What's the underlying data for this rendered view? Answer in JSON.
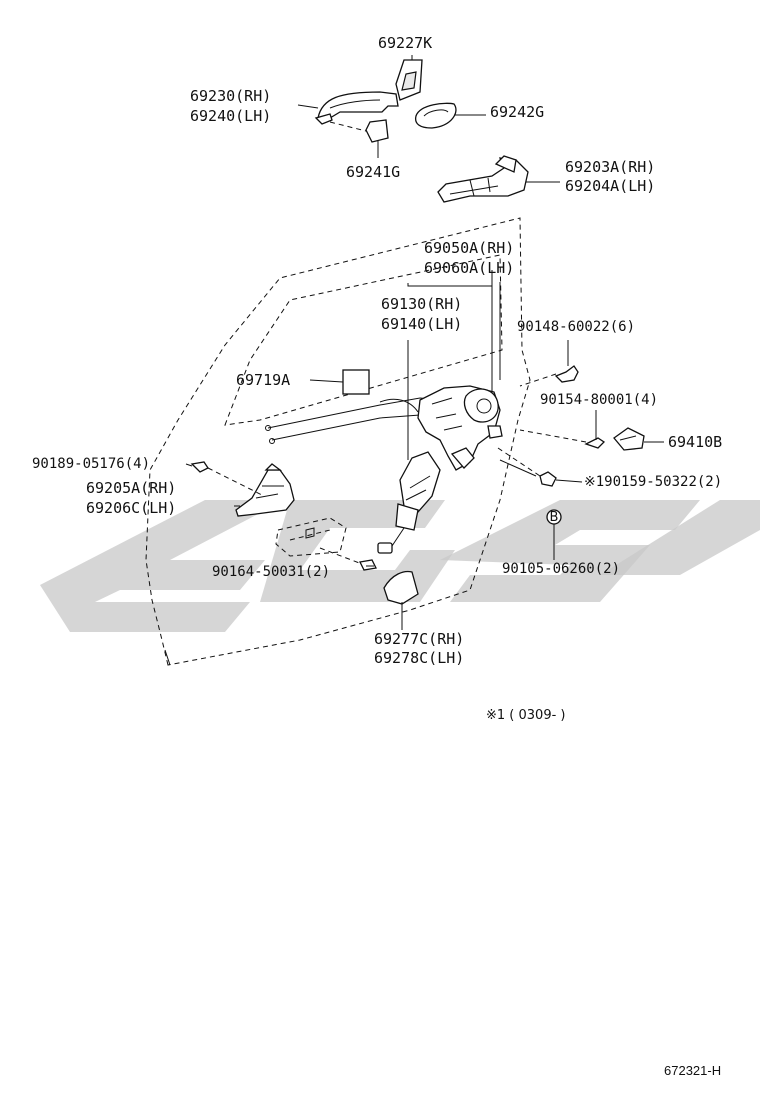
{
  "labels": {
    "l_69227K": "69227K",
    "l_69230": "69230(RH)",
    "l_69240": "69240(LH)",
    "l_69242G": "69242G",
    "l_69241G": "69241G",
    "l_69203A": "69203A(RH)",
    "l_69204A": "69204A(LH)",
    "l_69050A": "69050A(RH)",
    "l_69060A": "69060A(LH)",
    "l_69130": "69130(RH)",
    "l_69140": "69140(LH)",
    "l_90148": "90148-60022(6)",
    "l_69719A": "69719A",
    "l_90154": "90154-80001(4)",
    "l_69410B": "69410B",
    "l_90189": "90189-05176(4)",
    "l_90159": "※190159-50322(2)",
    "l_69205A": "69205A(RH)",
    "l_69206C": "69206C(LH)",
    "l_90164": "90164-50031(2)",
    "l_90105": "90105-06260(2)",
    "l_69277C": "69277C(RH)",
    "l_69278C": "69278C(LH)"
  },
  "callout_marker": "B",
  "footnote": "※1 ( 0309-        )",
  "diagram_code": "672321-H",
  "colors": {
    "ink": "#111111",
    "watermark": "#c8c8c8",
    "background": "#ffffff"
  }
}
